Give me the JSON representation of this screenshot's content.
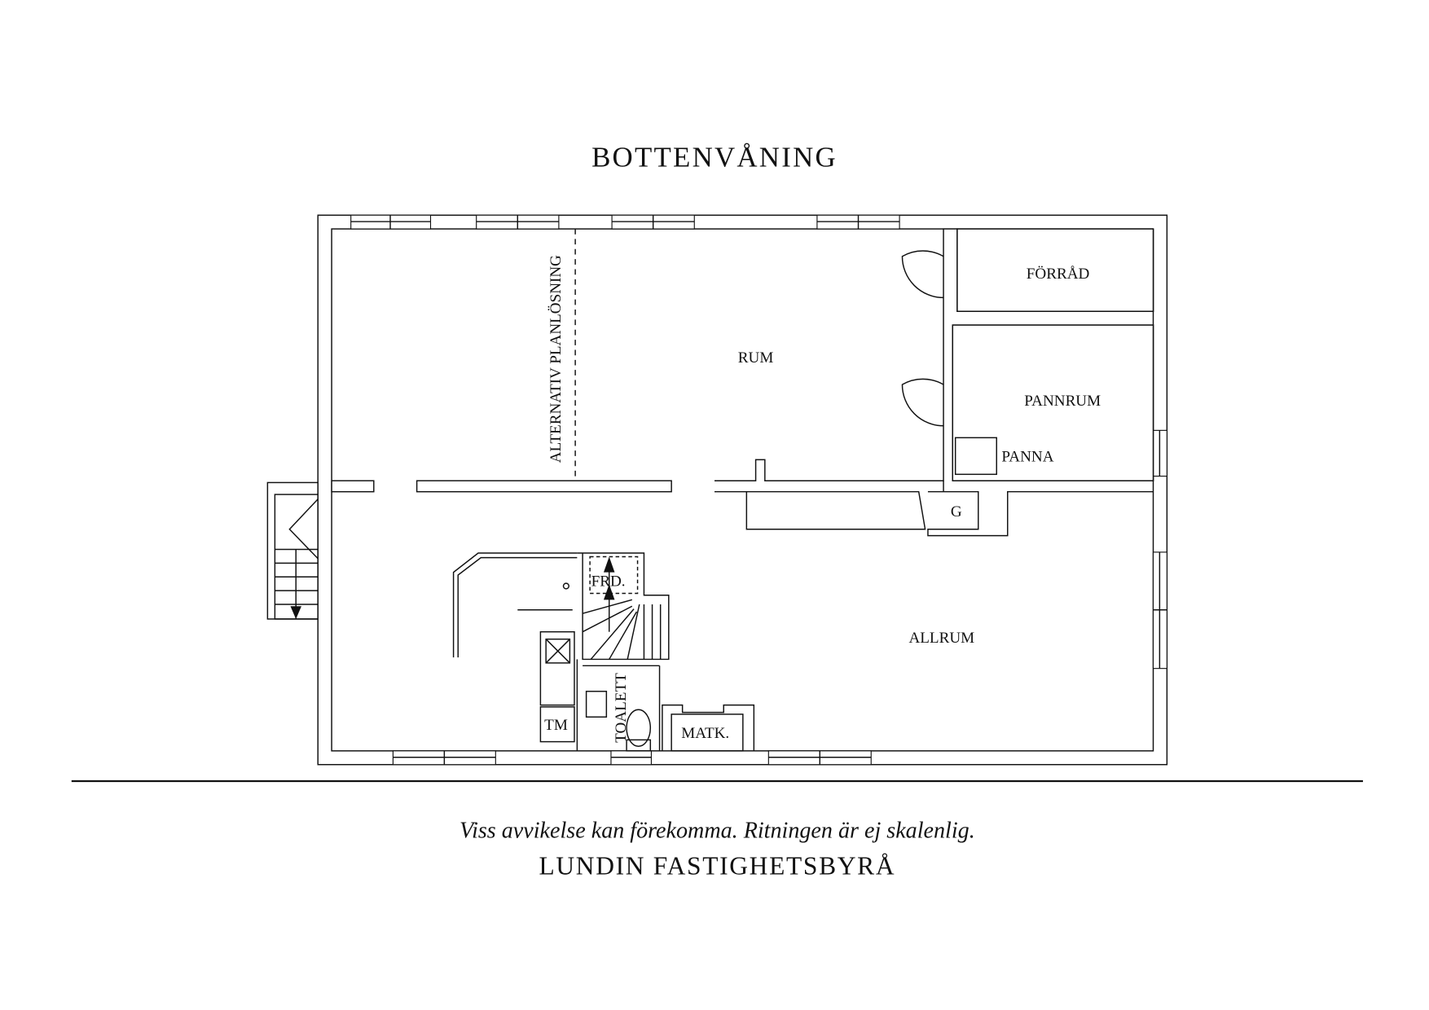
{
  "title": "BOTTENVÅNING",
  "rooms": {
    "alt_plan": "ALTERNATIV PLANLÖSNING",
    "rum": "RUM",
    "forrad": "FÖRRÅD",
    "pannrum": "PANNRUM",
    "panna": "PANNA",
    "g": "G",
    "frd": "FRD.",
    "allrum": "ALLRUM",
    "toalett": "TOALETT",
    "tm": "TM",
    "matk": "MATK."
  },
  "footer": {
    "disclaimer": "Viss avvikelse kan förekomma. Ritningen är ej skalenlig.",
    "company": "LUNDIN FASTIGHETSBYRÅ"
  },
  "colors": {
    "line": "#111111",
    "background": "#ffffff"
  }
}
